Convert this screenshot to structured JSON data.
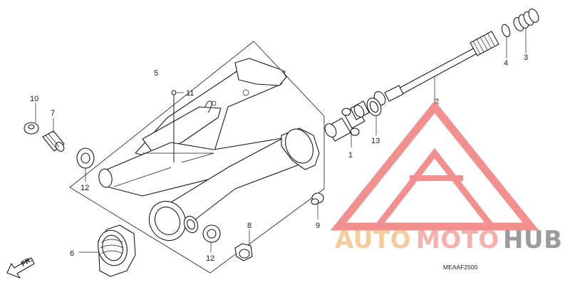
{
  "callouts": [
    {
      "id": "1",
      "label": "1"
    },
    {
      "id": "2",
      "label": "2"
    },
    {
      "id": "3",
      "label": "3"
    },
    {
      "id": "4",
      "label": "4"
    },
    {
      "id": "5",
      "label": "5"
    },
    {
      "id": "6",
      "label": "6"
    },
    {
      "id": "7",
      "label": "7"
    },
    {
      "id": "8",
      "label": "8"
    },
    {
      "id": "9",
      "label": "9"
    },
    {
      "id": "10",
      "label": "10"
    },
    {
      "id": "11",
      "label": "11"
    },
    {
      "id": "12a",
      "label": "12"
    },
    {
      "id": "12b",
      "label": "12"
    },
    {
      "id": "13",
      "label": "13"
    }
  ],
  "direction_label": "FR.",
  "diagram_code": "MEAAF2500",
  "watermark": {
    "part1": "AUTO",
    "part2": "MOTO",
    "part3": "HUB",
    "colors": {
      "auto": "#f5c48a",
      "moto": "#f4a3a1",
      "hub": "#8a8a8a",
      "logo": "#f07c7c"
    }
  }
}
